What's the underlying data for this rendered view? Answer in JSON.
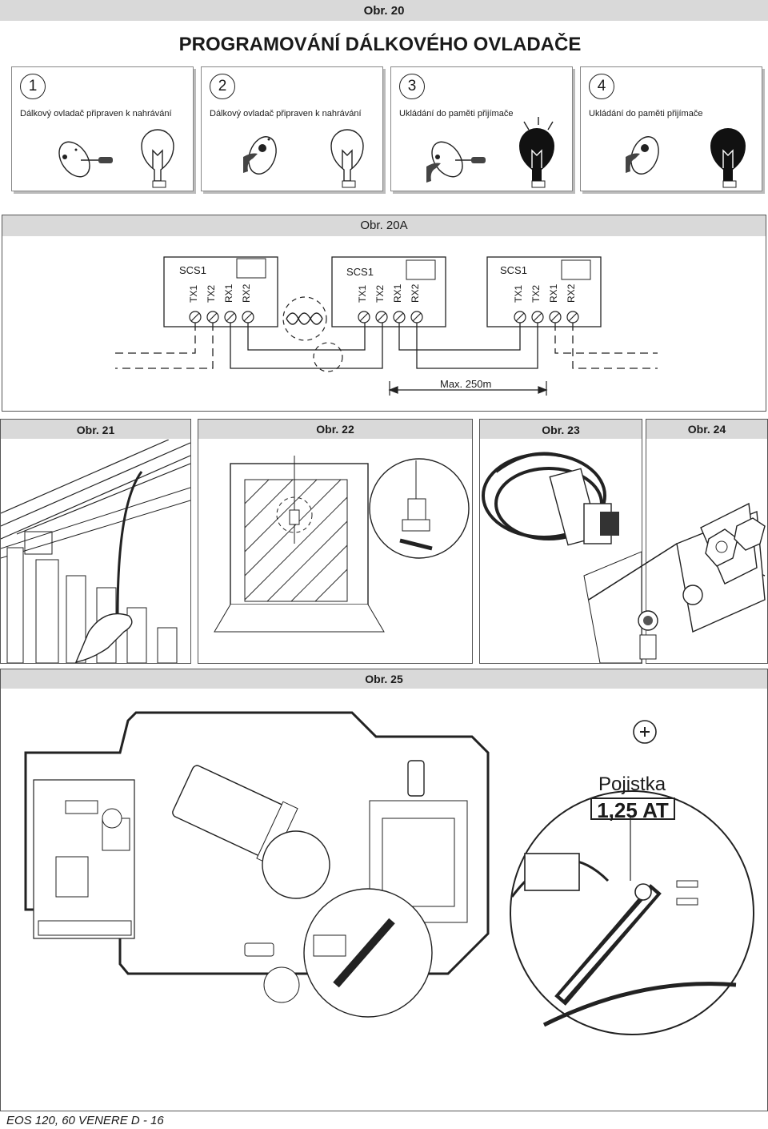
{
  "fig20": {
    "label": "Obr. 20",
    "title": "PROGRAMOVÁNÍ DÁLKOVÉHO OVLADAČE",
    "steps": [
      {
        "num": "1",
        "caption": "Dálkový ovladač připraven k nahrávání",
        "lamp": "off"
      },
      {
        "num": "2",
        "caption": "Dálkový ovladač připraven k nahrávání",
        "lamp": "off"
      },
      {
        "num": "3",
        "caption": "Ukládání do paměti přijímače",
        "lamp": "flashing"
      },
      {
        "num": "4",
        "caption": "Ukládání do paměti přijímače",
        "lamp": "on"
      }
    ]
  },
  "fig20a": {
    "label": "Obr. 20A",
    "modules": [
      {
        "name": "SCS1",
        "terminals": [
          "TX1",
          "TX2",
          "RX1",
          "RX2"
        ]
      },
      {
        "name": "SCS1",
        "terminals": [
          "TX1",
          "TX2",
          "RX1",
          "RX2"
        ]
      },
      {
        "name": "SCS1",
        "terminals": [
          "TX1",
          "TX2",
          "RX1",
          "RX2"
        ]
      }
    ],
    "distance": "Max. 250m"
  },
  "fig21": {
    "label": "Obr. 21"
  },
  "fig22": {
    "label": "Obr. 22"
  },
  "fig23": {
    "label": "Obr. 23"
  },
  "fig24": {
    "label": "Obr. 24"
  },
  "fig25": {
    "label": "Obr. 25",
    "fuse_title": "Pojistka",
    "fuse_rating": "1,25 AT"
  },
  "footer": "EOS 120, 60 VENERE D - 16",
  "colors": {
    "header_bg": "#d9d9d9",
    "line": "#222222"
  }
}
